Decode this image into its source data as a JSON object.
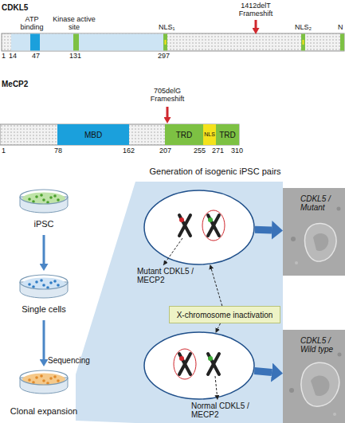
{
  "diagram": {
    "nodes": [
      {
        "text": [
          "CDKL5"
        ]
      },
      {
        "text": [
          "MeCP2"
        ]
      },
      {
        "text": [
          "MBD"
        ],
        "in": 1
      },
      {
        "text": [
          "TRD"
        ],
        "in": 1
      },
      {
        "text": [
          "NLS"
        ],
        "in": 1
      },
      {
        "text": [
          "TRD"
        ],
        "in": 1
      },
      {
        "text": [
          "iPSC"
        ]
      },
      {
        "text": [
          "Single cells"
        ]
      },
      {
        "text": [
          "Clonal expansion"
        ]
      },
      {
        "text": [
          "Mutant CDKL5 / MECP2"
        ]
      },
      {
        "text": [
          "X-chromosome inactivation"
        ]
      },
      {
        "text": [
          "Normal CDKL5 / MECP2"
        ]
      },
      {
        "text": [
          "CDKL5 / Mutant"
        ]
      },
      {
        "text": [
          "CDKL5 / Wild type"
        ]
      }
    ],
    "edges": [
      {
        "from": 6,
        "to": 7,
        "arrow": "to"
      },
      {
        "from": 7,
        "to": 8,
        "arrow": "to"
      },
      {
        "from": 10,
        "to": 9,
        "arrow": "to"
      },
      {
        "from": 10,
        "to": 11,
        "arrow": "to"
      },
      {
        "from": 9,
        "to": 12,
        "arrow": "to"
      },
      {
        "from": 11,
        "to": 13,
        "arrow": "to"
      }
    ],
    "labels": [
      "1412delT Frameshift",
      "ATP binding",
      "Kinase active site",
      "NLS₁",
      "NLS₂",
      "N",
      "1",
      "14",
      "47",
      "131",
      "297",
      "705delG Frameshift",
      "1",
      "78",
      "162",
      "207",
      "255",
      "271",
      "310",
      "Generation of isogenic iPSC pairs",
      "Sequencing"
    ]
  }
}
